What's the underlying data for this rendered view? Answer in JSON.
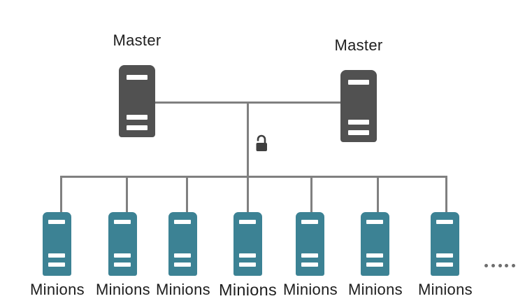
{
  "masters": [
    {
      "label": "Master"
    },
    {
      "label": "Master"
    }
  ],
  "minions": [
    {
      "label": "Minions"
    },
    {
      "label": "Minions"
    },
    {
      "label": "Minions"
    },
    {
      "label": "Minions"
    },
    {
      "label": "Minions"
    },
    {
      "label": "Minions"
    },
    {
      "label": "Minions"
    }
  ],
  "icons": {
    "lock": "open-padlock-icon",
    "server": "server-tower-icon",
    "more": "ellipsis-dots-icon",
    "dot_count": 5
  },
  "colors": {
    "master_server": "#515151",
    "minion_server": "#3C8294",
    "connector_line": "#808080",
    "lock": "#3F3F3F",
    "label_text": "#1E1E1E",
    "background": "#FFFFFF"
  }
}
